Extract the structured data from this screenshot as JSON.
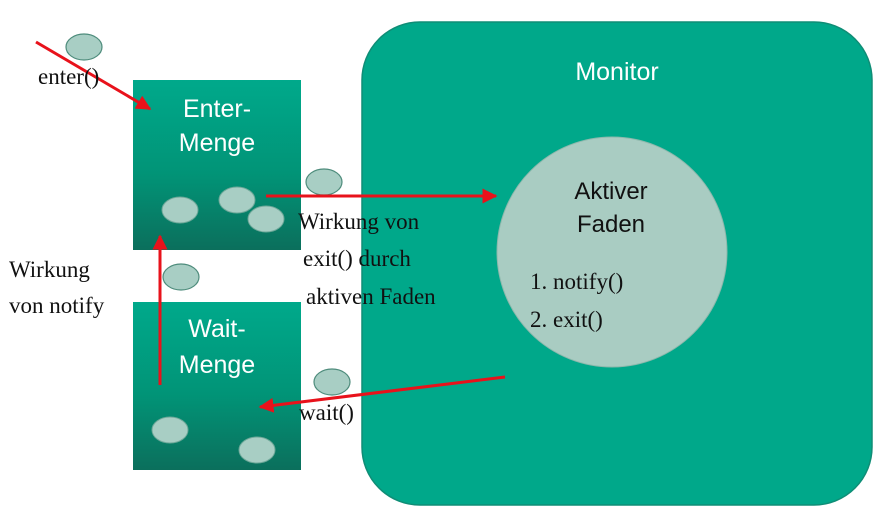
{
  "monitor": {
    "title": "Monitor",
    "active_thread": {
      "line1": "Aktiver",
      "line2": "Faden",
      "steps": [
        "1. notify()",
        "2. exit()"
      ]
    }
  },
  "enter_set": {
    "line1": "Enter-",
    "line2": "Menge"
  },
  "wait_set": {
    "line1": "Wait-",
    "line2": "Menge"
  },
  "labels": {
    "enter": "enter()",
    "notify_effect": [
      "Wirkung",
      "von notify"
    ],
    "exit_effect": [
      "Wirkung von",
      "exit() durch",
      "aktiven Faden"
    ],
    "wait": "wait()"
  },
  "colors": {
    "monitor_fill": "#00A88A",
    "set_fill_top": "#00A98B",
    "set_fill_bottom": "#0B6F5C",
    "active_fill": "#A9CCC2",
    "thread_token": "#A8CEC4",
    "arrow": "#E8121B"
  }
}
